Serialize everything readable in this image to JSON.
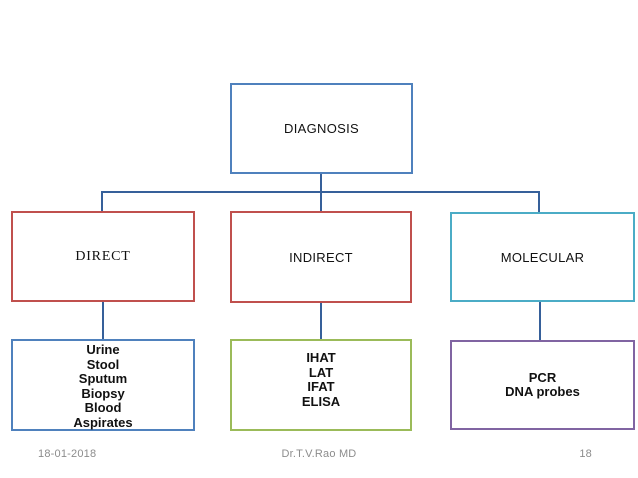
{
  "diagram": {
    "root": {
      "label": "DIAGNOSIS"
    },
    "branches": {
      "direct": {
        "label": "DIRECT"
      },
      "indirect": {
        "label": "INDIRECT"
      },
      "molecular": {
        "label": "MOLECULAR"
      }
    },
    "leaves": {
      "specimens": {
        "lines": [
          "Urine",
          "Stool",
          "Sputum",
          "Biopsy",
          "Blood",
          "Aspirates"
        ]
      },
      "serology": {
        "lines": [
          "IHAT",
          "LAT",
          "IFAT",
          "ELISA"
        ]
      },
      "molecular_tests": {
        "lines": [
          "PCR",
          "DNA probes"
        ]
      }
    }
  },
  "footer": {
    "date": "18-01-2018",
    "author": "Dr.T.V.Rao MD",
    "page_number": "18"
  },
  "colors": {
    "root_border": "#4F81BD",
    "direct_border": "#C0504D",
    "indirect_border": "#C0504D",
    "molecular_border": "#4BACC6",
    "specimens_border": "#4F81BD",
    "serology_border": "#9BBB59",
    "molecular_tests_border": "#8064A2",
    "connector": "#36609A",
    "text": "#111111",
    "footer_text": "#8C8C8C",
    "background": "#ffffff"
  }
}
